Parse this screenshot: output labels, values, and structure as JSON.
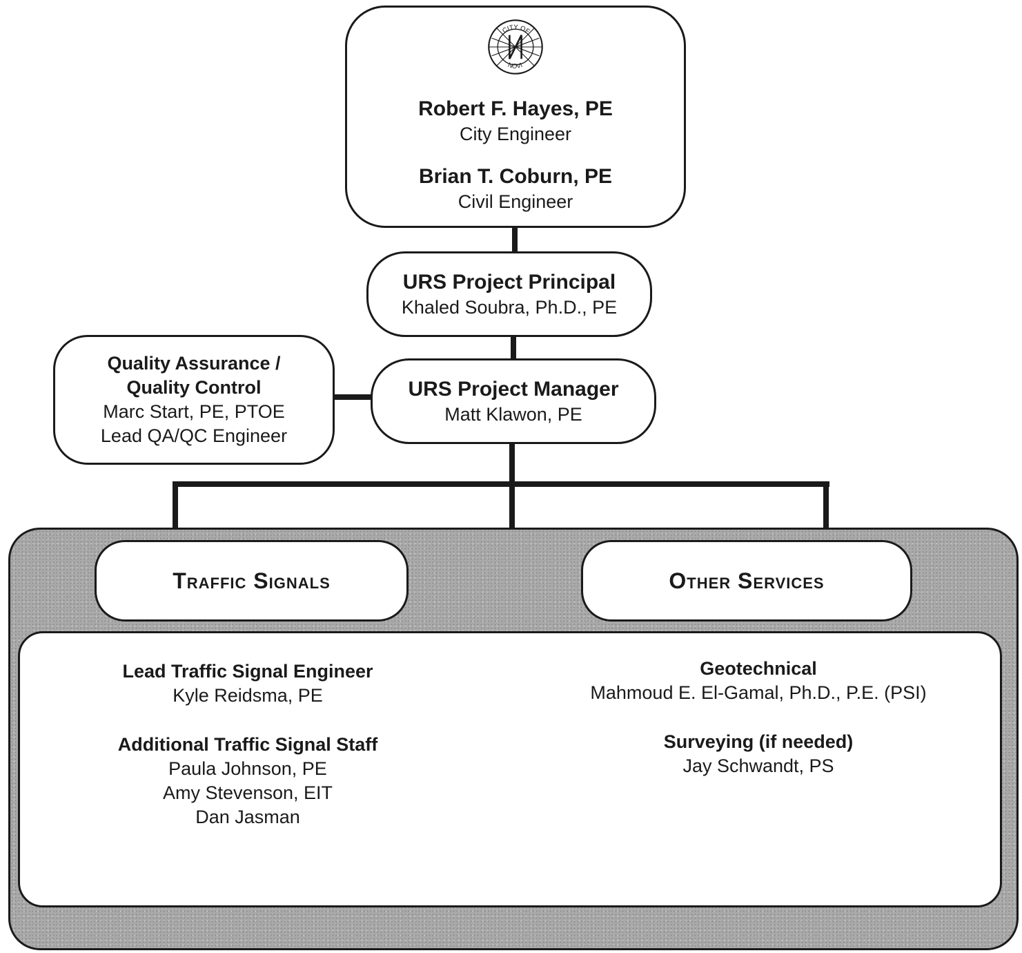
{
  "top": {
    "seal_text": [
      "CITY OF",
      "NOVI"
    ],
    "people": [
      {
        "name": "Robert F. Hayes, PE",
        "role": "City Engineer"
      },
      {
        "name": "Brian T. Coburn, PE",
        "role": "Civil Engineer"
      }
    ]
  },
  "principal": {
    "title": "URS Project Principal",
    "name": "Khaled Soubra, Ph.D., PE"
  },
  "manager": {
    "title": "URS Project Manager",
    "name": "Matt Klawon, PE"
  },
  "qa": {
    "title_lines": [
      "Quality Assurance /",
      "Quality Control"
    ],
    "name": "Marc Start, PE, PTOE",
    "role": "Lead QA/QC Engineer"
  },
  "traffic_signals": {
    "header": "Traffic Signals",
    "lead_title": "Lead Traffic Signal Engineer",
    "lead_name": "Kyle Reidsma, PE",
    "staff_title": "Additional Traffic Signal Staff",
    "staff": [
      "Paula Johnson, PE",
      "Amy Stevenson, EIT",
      "Dan Jasman"
    ]
  },
  "other_services": {
    "header": "Other Services",
    "geo_title": "Geotechnical",
    "geo_name": "Mahmoud E. El-Gamal, Ph.D., P.E. (PSI)",
    "survey_title": "Surveying (if needed)",
    "survey_name": "Jay Schwandt, PS"
  }
}
